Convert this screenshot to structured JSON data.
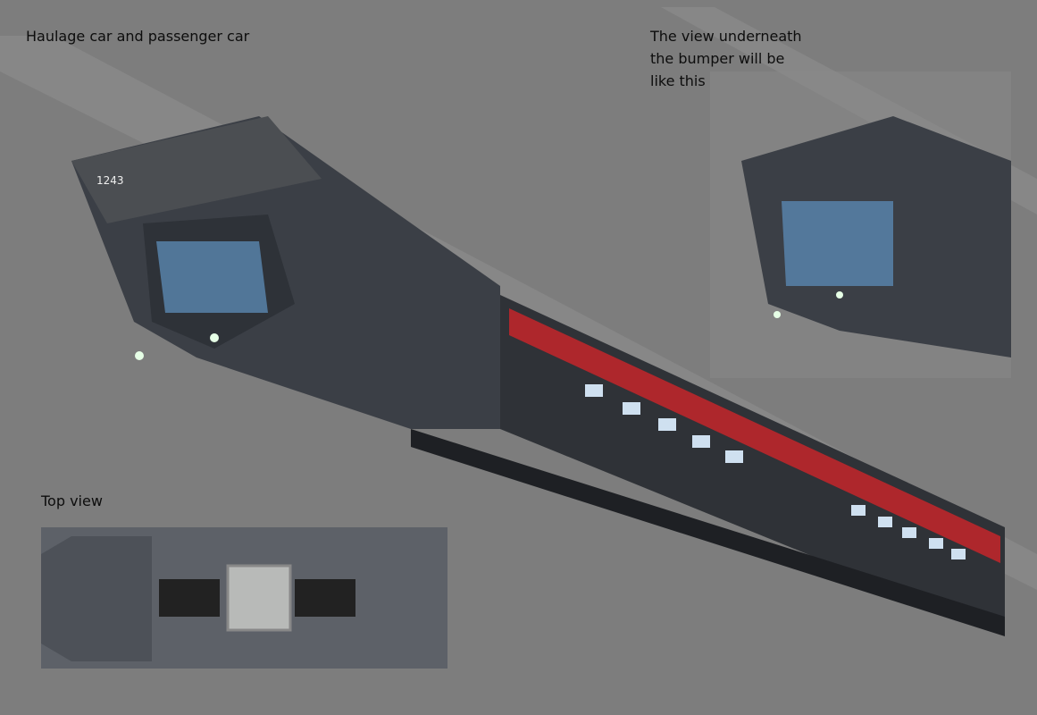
{
  "sheet": {
    "title": "Haulage car and passenger car",
    "note_lines": [
      "The view underneath",
      "the bumper will be",
      "like this"
    ],
    "top_view_label": "Top view",
    "car_number": "1243"
  },
  "colors": {
    "background": "#7d7d7d",
    "hull": "#3d4148",
    "accent_red": "#c4262a",
    "window": "#cfe0f0"
  }
}
